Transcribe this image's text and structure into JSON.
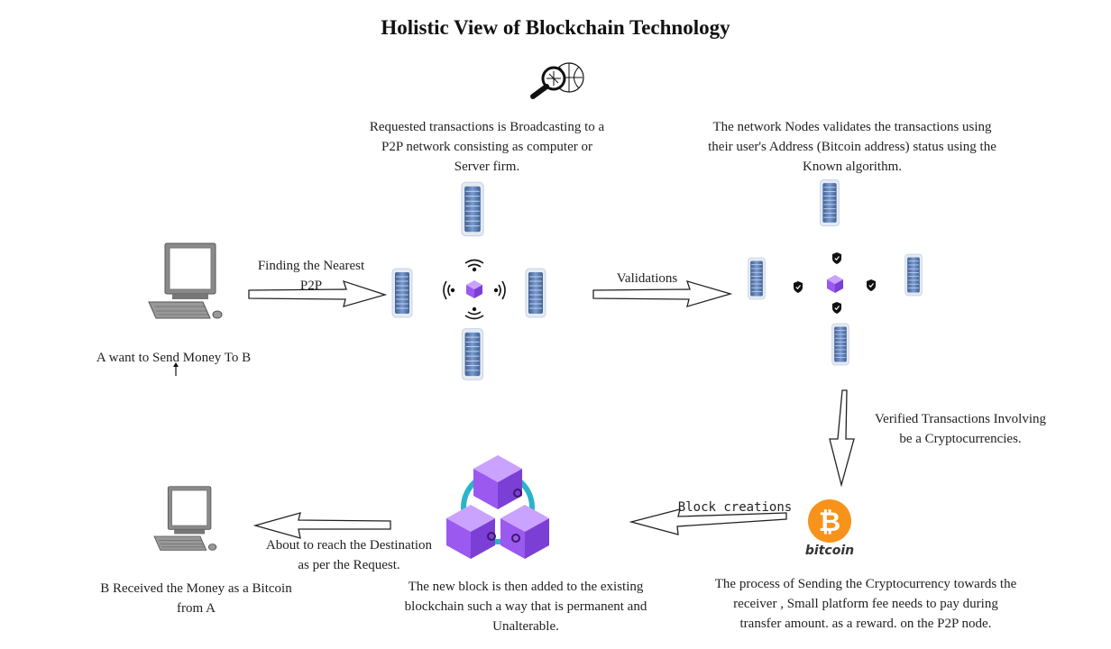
{
  "title": "Holistic View of Blockchain Technology",
  "labels": {
    "sender": "A want to Send Money To B",
    "finding_line1": "Finding the Nearest",
    "finding_line2": "P2P",
    "broadcast_line1": "Requested transactions is Broadcasting to a",
    "broadcast_line2": "P2P network consisting as computer or",
    "broadcast_line3": "Server firm.",
    "validations": "Validations",
    "validate_line1": "The network Nodes validates the transactions using",
    "validate_line2": "their user's Address (Bitcoin address) status using the",
    "validate_line3": "Known algorithm.",
    "verified_line1": "Verified Transactions Involving",
    "verified_line2": "be a Cryptocurrencies.",
    "block_creations": "Block creations",
    "bitcoin_logo": "bitcoin",
    "process_line1": "The process of Sending the Cryptocurrency towards the",
    "process_line2": "receiver , Small platform fee needs to pay during",
    "process_line3": "transfer amount. as a reward. on the P2P node.",
    "newblock_line1": "The new block is then added to the existing",
    "newblock_line2": "blockchain such a way that is permanent and",
    "newblock_line3": "Unalterable.",
    "about_line1": "About to reach the Destination",
    "about_line2": "as per the Request.",
    "receiver_line1": "B Received the Money as a Bitcoin",
    "receiver_line2": "from A"
  },
  "icons": {
    "search": "magnifier-globe-icon",
    "computer": "desktop-computer-icon",
    "server": "server-rack-icon",
    "signal": "wireless-signal-icon",
    "node": "purple-cube-icon",
    "shield": "shield-check-icon",
    "bitcoin": "bitcoin-icon",
    "blockchain": "blockchain-cubes-icon"
  },
  "colors": {
    "server": "#5b7fb5",
    "cube": "#9b59f0",
    "chain_link": "#2bb3c9",
    "bitcoin": "#f7931a"
  }
}
